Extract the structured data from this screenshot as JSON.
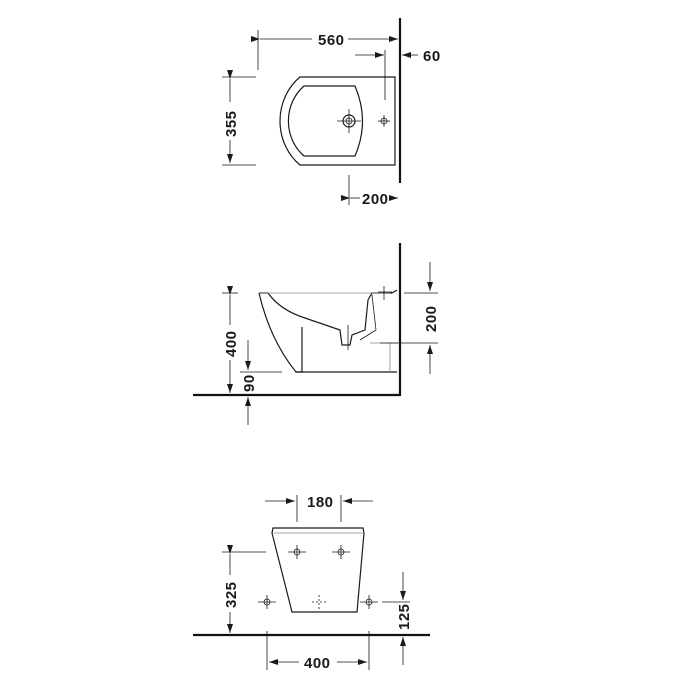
{
  "drawing": {
    "subject": "wall-hung bidet dimension drawing",
    "top_view": {
      "dims": {
        "length": "560",
        "wall_offset": "60",
        "width": "355",
        "tap_hole_from_wall": "200"
      }
    },
    "side_view": {
      "dims": {
        "height": "400",
        "bottom_clearance": "90",
        "drain_height": "200"
      }
    },
    "rear_view": {
      "dims": {
        "fixing_spacing_top": "180",
        "fixing_height_top": "325",
        "fixing_height_bottom": "125",
        "fixing_spacing_bottom": "400"
      }
    },
    "colors": {
      "line": "#1a1a1a",
      "background": "#ffffff"
    }
  }
}
